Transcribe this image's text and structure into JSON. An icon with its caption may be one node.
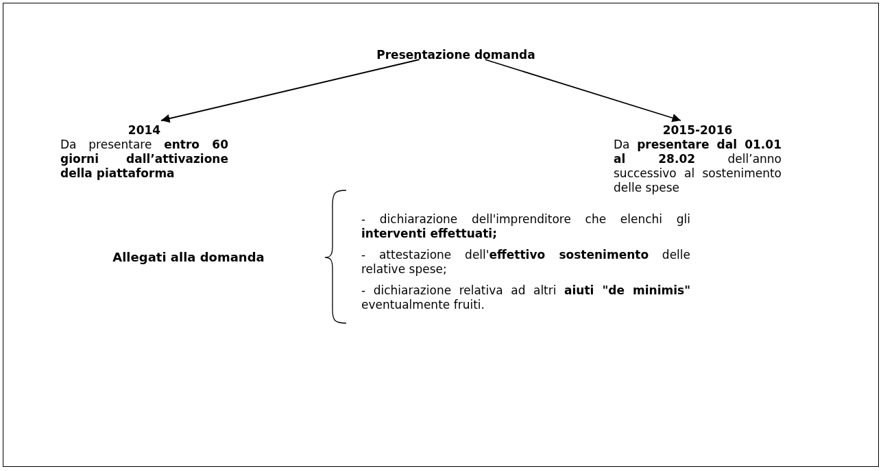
{
  "diagram": {
    "nodes": [
      {
        "text": [
          "Presentazione domanda"
        ]
      },
      {
        "text": [
          "2014",
          "Da presentare **entro 60 giorni dall’attivazione della piattaforma**"
        ]
      },
      {
        "text": [
          "2015-2016",
          "Da **presentare dal 01.01 al 28.02** dell’anno successivo al sostenimento delle spese"
        ]
      }
    ],
    "edges": [
      {
        "from": 0,
        "to": 1,
        "arrow": "to"
      },
      {
        "from": 0,
        "to": 2,
        "arrow": "to"
      }
    ],
    "labels": [
      "Allegati alla domanda",
      "- dichiarazione dell'imprenditore che elenchi gli **interventi effettuati;**",
      "- attestazione dell'**effettivo sostenimento** delle relative spese;",
      "- dichiarazione relativa ad altri **aiuti \"de minimis\"** eventualmente fruiti."
    ]
  }
}
